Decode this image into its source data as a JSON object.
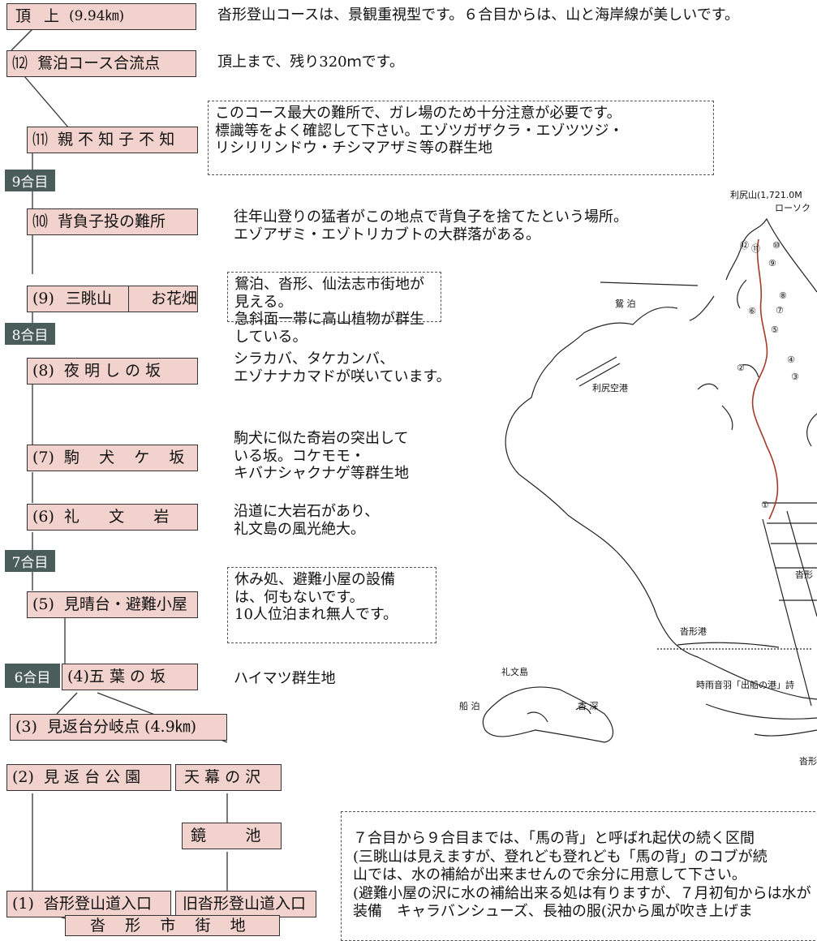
{
  "stations": {
    "summit": {
      "num": "頂",
      "label": "上",
      "dist": "(9.94㎞)"
    },
    "s12": {
      "num": "⑿",
      "label": "鴛泊コース合流点"
    },
    "s11": {
      "num": "⑾",
      "label": "親 不 知 子 不 知"
    },
    "s10": {
      "num": "⑽",
      "label": "背負子投の難所"
    },
    "s9a": {
      "num": "(9)",
      "label": "三眺山"
    },
    "s9b": {
      "label": "お花畑"
    },
    "s8": {
      "num": "(8)",
      "label": "夜 明 し の 坂"
    },
    "s7": {
      "num": "(7)",
      "label": "駒    犬    ケ    坂"
    },
    "s6": {
      "num": "(6)",
      "label": "礼      文      岩"
    },
    "s5": {
      "num": "(5)",
      "label": "見晴台・避難小屋"
    },
    "s4": {
      "label": "(4)五 葉 の 坂"
    },
    "s3": {
      "label": "(3)  見返台分岐点 (4.9㎞)"
    },
    "s2": {
      "label": "(2)  見 返 台 公 園"
    },
    "tenmaku": {
      "label": "天 幕 の 沢"
    },
    "kagami": {
      "label": "鏡        池"
    },
    "s1": {
      "label": "(1)  沓形登山道入口"
    },
    "old_entrance": {
      "label": "旧沓形登山道入口"
    },
    "town": {
      "label": "沓    形    市    街    地"
    }
  },
  "markers": {
    "m9": "9合目",
    "m8": "8合目",
    "m7": "7合目",
    "m6": "6合目"
  },
  "descriptions": {
    "summit": "沓形登山コースは、景観重視型です。６合目からは、山と海岸線が美しいです。",
    "s12": "頂上まで、残り320ｍです。",
    "s11": "このコース最大の難所で、ガレ場のため十分注意が必要です。\n標識等をよく確認して下さい。エゾツガザクラ・エゾツツジ・\nリシリリンドウ・チシマアザミ等の群生地",
    "s10": "往年山登りの猛者がこの地点で背負子を捨てたという場所。\nエゾアザミ・エゾトリカブトの大群落がある。",
    "s9": "鴛泊、沓形、仙法志市街地が見える。\n急斜面一帯に高山植物が群生している。",
    "s8": "シラカバ、タケカンバ、\nエゾナナカマドが咲いています。",
    "s7": "駒犬に似た奇岩の突出して\nいる坂。コケモモ・\nキバナシャクナゲ等群生地",
    "s6": "沿道に大岩石があり、\n礼文島の風光絶大。",
    "s5": "休み処、避難小屋の設備\nは、何もないです。\n10人位泊まれ無人です。",
    "s4": "ハイマツ群生地",
    "bottom": "７合目から９合目までは、「馬の背」と呼ばれ起伏の続く区間\n(三眺山は見えますが、登れども登れども「馬の背」のコブが続\n山では、水の補給が出来ませんので余分に用意して下さい。\n(避難小屋の沢に水の補給出来る処は有りますが、７月初旬からは水が\n装備　キャラバンシューズ、長袖の服(沢から風が吹き上げま"
  },
  "map": {
    "rishiri": "利尻山(1,721.0M",
    "ropeway": "ローソク",
    "oshidomari": "鴛  泊",
    "airport": "利尻空港",
    "rebun": "礼文島",
    "funadomari": "船  泊",
    "kafuka": "香  深",
    "kutsugata_port": "沓形港",
    "shigure": "時雨音羽「出船の港」詩",
    "kutsu_right": "沓形",
    "kutsu_bottom": "沓形",
    "waypoints": [
      "⑫",
      "⑪",
      "⑩",
      "⑨",
      "⑧",
      "⑥",
      "⑦",
      "⑤",
      "④",
      "②",
      "③",
      "①"
    ],
    "route_color": "#a33a2a"
  }
}
